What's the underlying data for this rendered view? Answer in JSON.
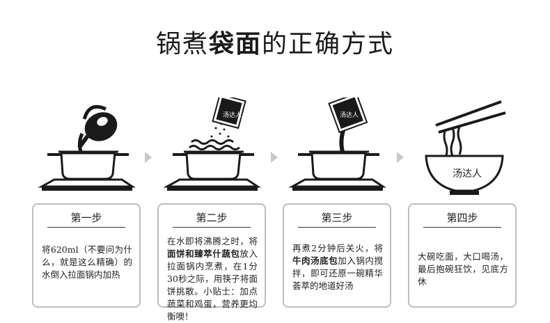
{
  "title": {
    "prefix": "锅煮",
    "bold": "袋面",
    "suffix": "的正确方式"
  },
  "steps": [
    {
      "title": "第一步",
      "body": [
        {
          "text": "将620ml（不要问为什么，就是这么精确）的水倒入拉面锅内加热",
          "bold": false
        }
      ]
    },
    {
      "title": "第二步",
      "body": [
        {
          "text": "在水即将沸腾之时，将",
          "bold": false
        },
        {
          "text": "面饼和臻萃什蔬包",
          "bold": true
        },
        {
          "text": "放入拉面锅内烹煮，在1分30秒之际，用筷子将面饼挑散。小贴士：加点蔬菜和鸡蛋，营养更均衡噢！",
          "bold": false
        }
      ]
    },
    {
      "title": "第三步",
      "body": [
        {
          "text": "再煮2分钟后关火，将",
          "bold": false
        },
        {
          "text": "牛肉汤底包",
          "bold": true
        },
        {
          "text": "加入锅内搅拌，即可还原一碗精华荟萃的地道好汤",
          "bold": false
        }
      ]
    },
    {
      "title": "第四步",
      "body": [
        {
          "text": "大碗吃面，大口喝汤，最后抱碗狂饮，见底方休",
          "bold": false
        }
      ]
    }
  ],
  "packet_labels": [
    "汤达人",
    "汤达人"
  ],
  "bowl_label": "汤达人",
  "illustrations": [
    "kettle-pot",
    "packet-noodles-pot",
    "packet-pour-pot",
    "bowl-chopsticks"
  ],
  "colors": {
    "ink": "#1a1a1a",
    "card_border": "#bdbdbd",
    "arrow": "#c8c8c8"
  }
}
